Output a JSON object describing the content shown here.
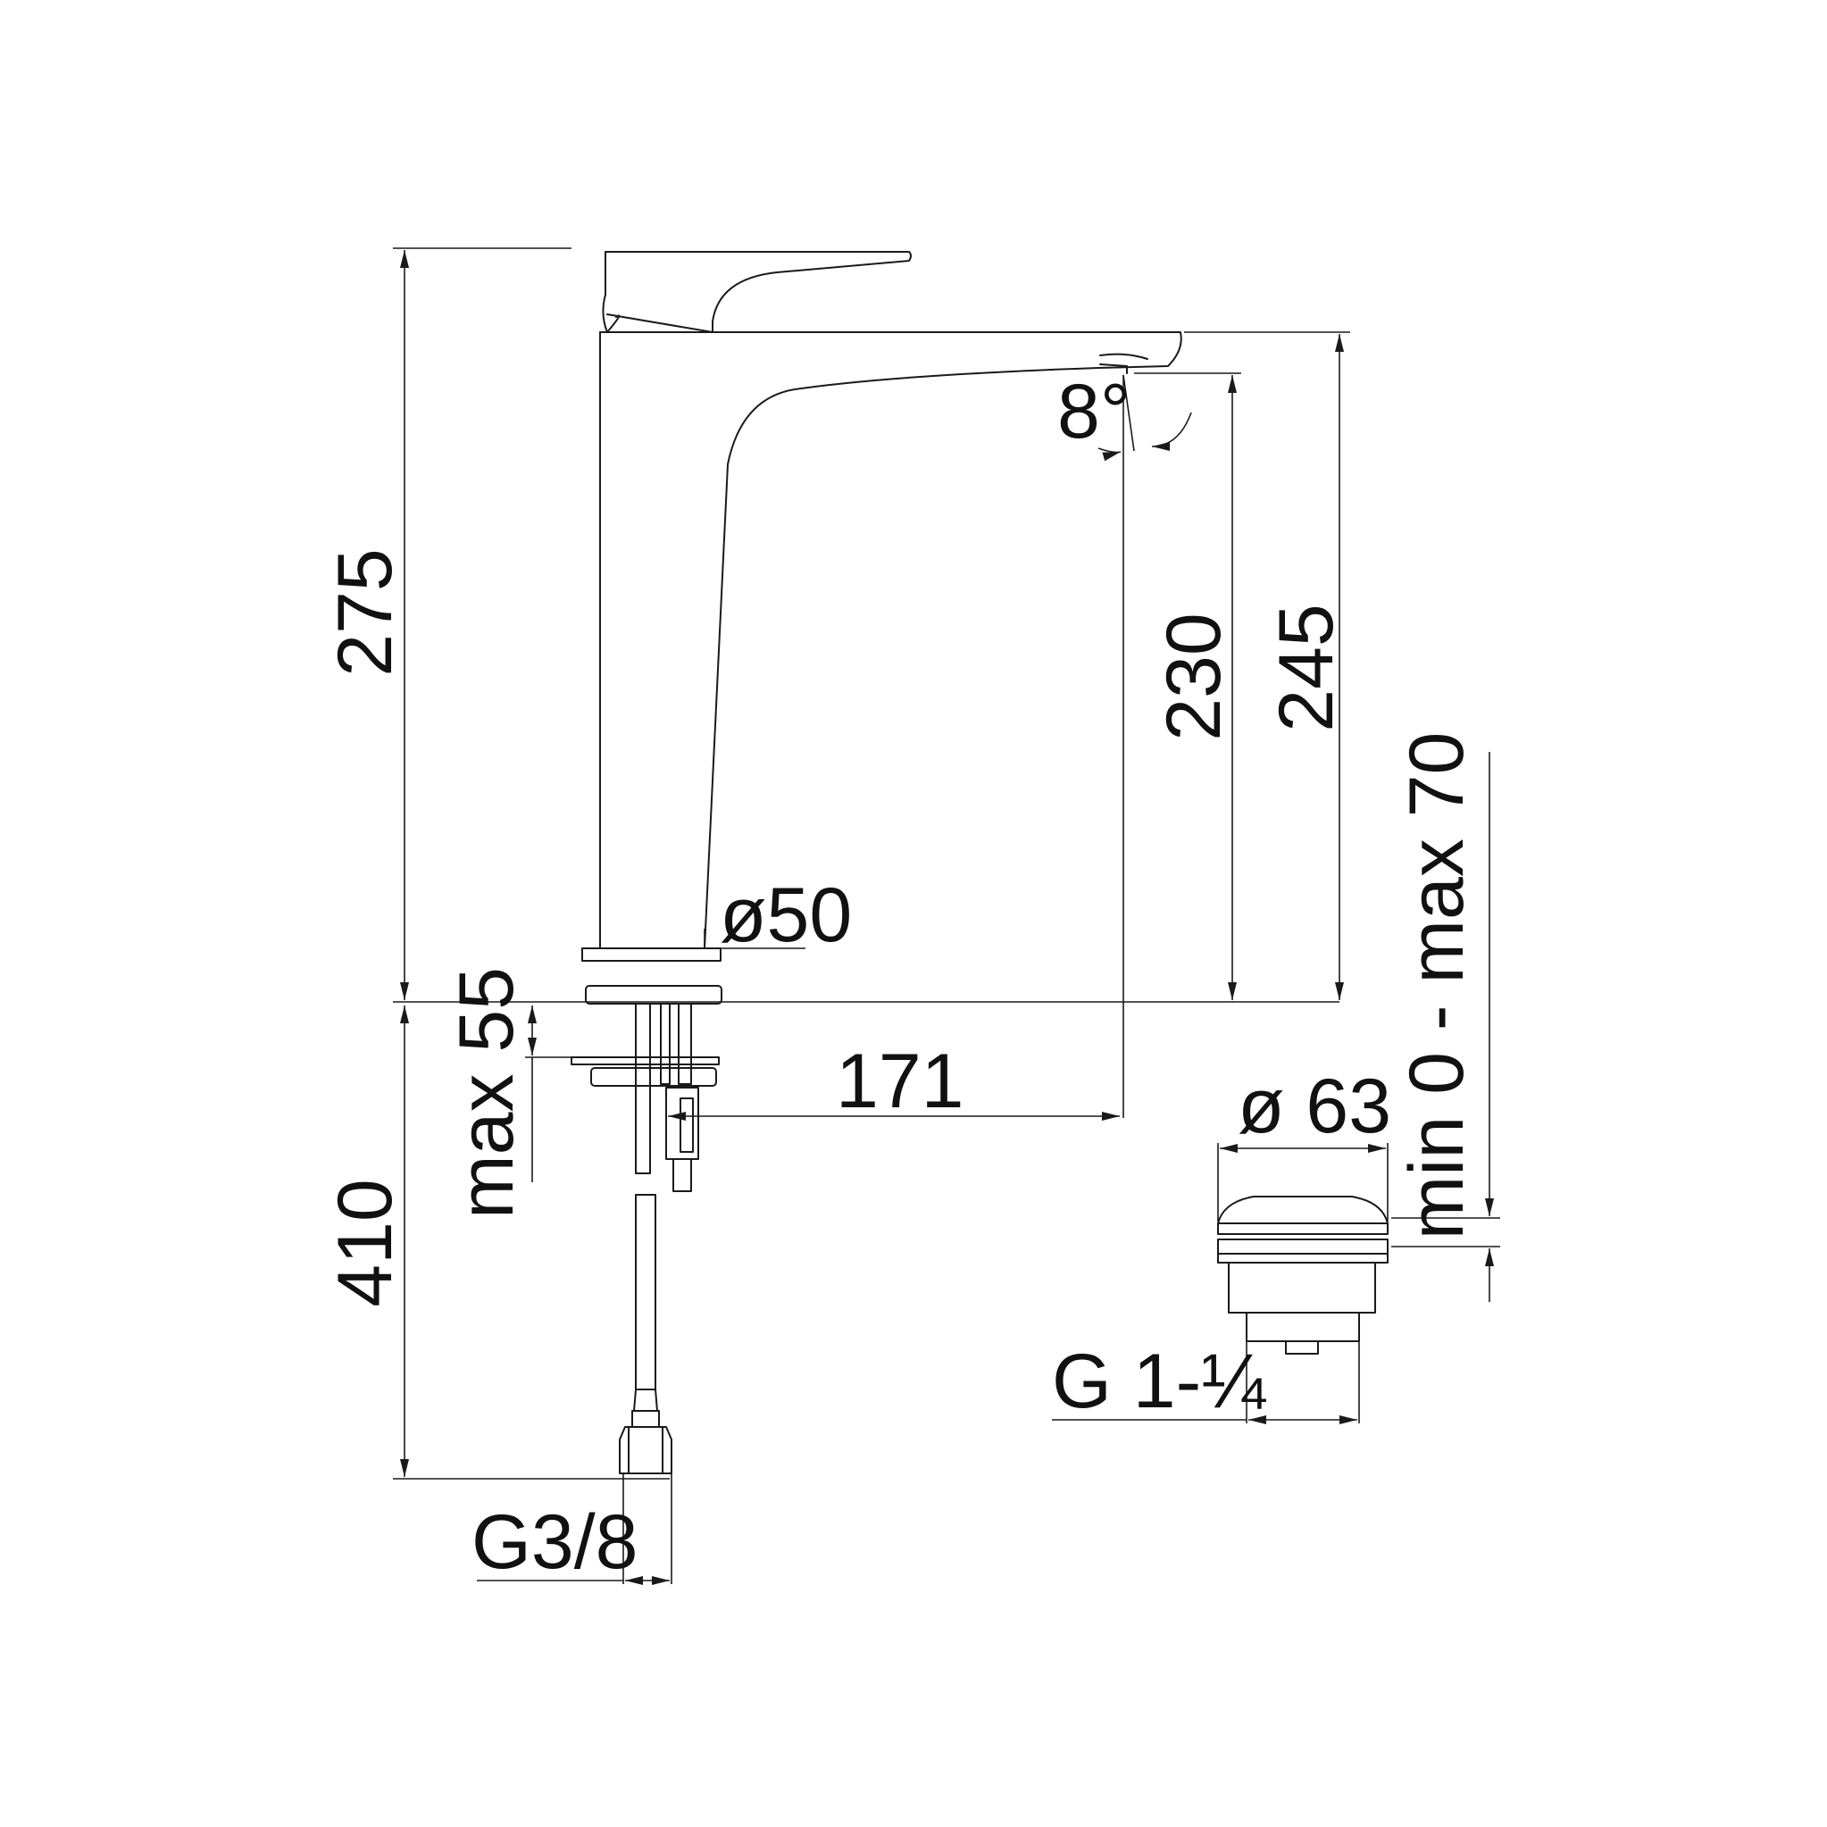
{
  "dimensions": {
    "total_height": "275",
    "spout_height": "245",
    "outlet_height": "230",
    "below_deck_length": "410",
    "max_deck_thickness": "max 55",
    "base_diameter": "ø50",
    "spout_reach": "171",
    "spout_angle": "8°",
    "supply_thread": "G3/8",
    "waste_diameter": "ø 63",
    "waste_thread": "G 1-¼",
    "waste_adjust": "min 0 - max 70"
  },
  "colors": {
    "line": "#1a1a1a",
    "background": "#ffffff"
  }
}
